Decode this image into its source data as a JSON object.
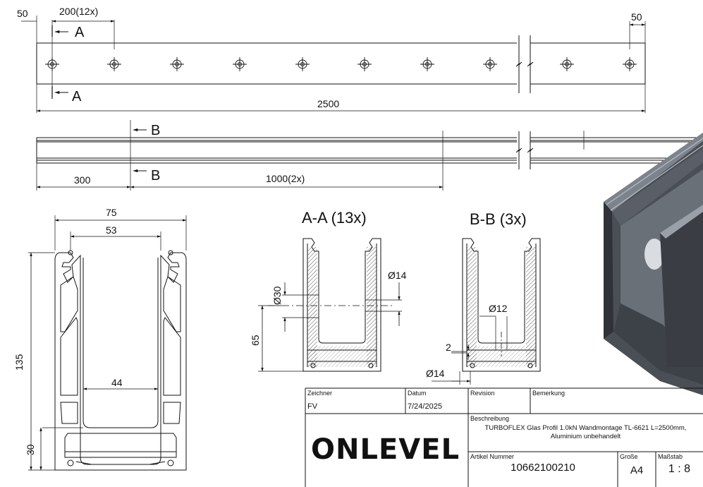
{
  "dimensions": {
    "top_left_50": "50",
    "spacing_200": "200(12x)",
    "right_50": "50",
    "total_2500": "2500",
    "offset_300": "300",
    "spacing_1000": "1000(2x)",
    "width_75": "75",
    "inner_53": "53",
    "bottom_44": "44",
    "height_135": "135",
    "base_30": "30",
    "hole_30": "Ø30",
    "hole_14": "Ø14",
    "height_65": "65",
    "hole_12": "Ø12",
    "offset_2": "2",
    "hole_14b": "Ø14"
  },
  "section_labels": {
    "a": "A",
    "b": "B",
    "section_aa": "A-A (13x)",
    "section_bb": "B-B (3x)"
  },
  "title_block": {
    "zeichner_label": "Zeichner",
    "zeichner_value": "FV",
    "datum_label": "Datum",
    "datum_value": "7/24/2025",
    "revision_label": "Revision",
    "bemerkung_label": "Bemerkung",
    "beschreibung_label": "Beschreibung",
    "beschreibung_line1": "TURBOFLEX Glas Profil 1.0kN Wandmontage TL-6621 L=2500mm,",
    "beschreibung_line2": "Aluminium unbehandelt",
    "artikel_label": "Artikel Nummer",
    "artikel_value": "10662100210",
    "groesse_label": "Große",
    "groesse_value": "A4",
    "massstab_label": "Maßstab",
    "massstab_value": "1 : 8",
    "logo_text": "ONLEVEL"
  },
  "colors": {
    "line": "#111111",
    "render_dark": "#4a4e55",
    "render_light": "#9aa0a8"
  }
}
